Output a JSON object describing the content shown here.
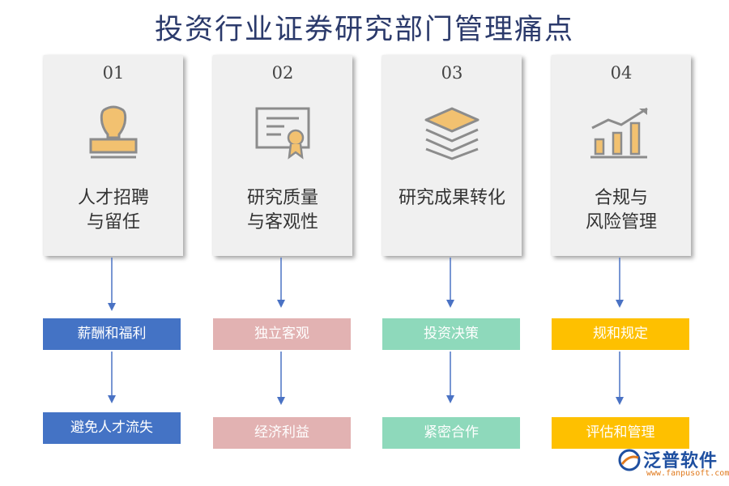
{
  "title": "投资行业证券研究部门管理痛点",
  "colors": {
    "blue": "#4473c5",
    "pink": "#e2b2b2",
    "green": "#8ed9bb",
    "yellow": "#fec000",
    "icon": "#f2c170",
    "icon_outline": "#8c8c8c",
    "arrow": "#4a72c4"
  },
  "cards": [
    {
      "num": "01",
      "label_line1": "人才招聘",
      "label_line2": "与留任",
      "icon": "stamp-icon",
      "steps": [
        "薪酬和福利",
        "避免人才流失"
      ]
    },
    {
      "num": "02",
      "label_line1": "研究质量",
      "label_line2": "与客观性",
      "icon": "certificate-icon",
      "steps": [
        "独立客观",
        "经济利益"
      ]
    },
    {
      "num": "03",
      "label_line1": "研究成果转化",
      "label_line2": "",
      "icon": "layers-icon",
      "steps": [
        "投资决策",
        "紧密合作"
      ]
    },
    {
      "num": "04",
      "label_line1": "合规与",
      "label_line2": "风险管理",
      "icon": "growth-chart-icon",
      "steps": [
        "规和规定",
        "评估和管理"
      ]
    }
  ],
  "logo": {
    "brand": "泛普软件",
    "url": "www.fanpusoft.com"
  }
}
